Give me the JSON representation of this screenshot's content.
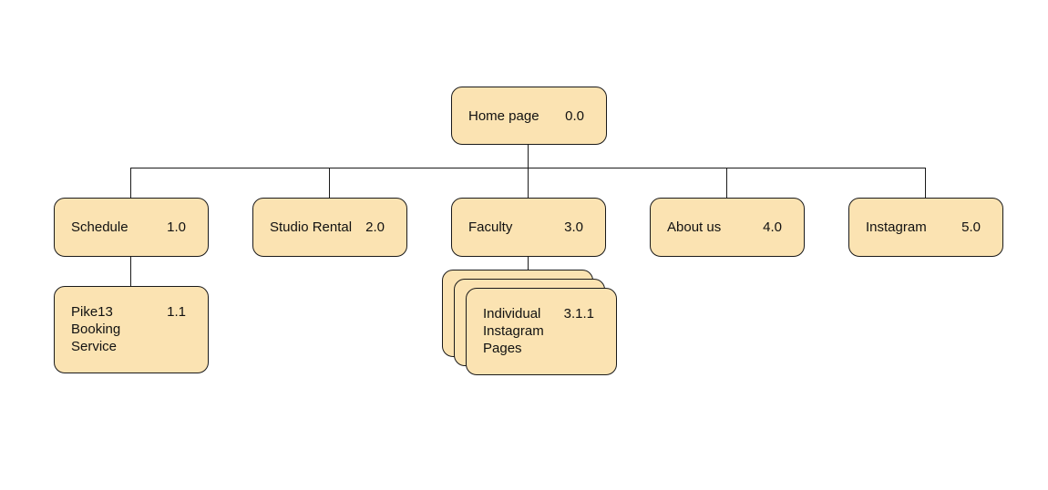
{
  "theme": {
    "bg": "#ffffff",
    "node_fill": "#fbe3b2",
    "node_border": "#1a1a1a",
    "line_color": "#1a1a1a",
    "text_color": "#111111"
  },
  "diagram": {
    "type": "sitemap-tree",
    "nodes": [
      {
        "id": "home",
        "label": "Home page",
        "number": "0.0",
        "parent": null
      },
      {
        "id": "schedule",
        "label": "Schedule",
        "number": "1.0",
        "parent": "home"
      },
      {
        "id": "studio",
        "label": "Studio Rental",
        "number": "2.0",
        "parent": "home"
      },
      {
        "id": "faculty",
        "label": "Faculty",
        "number": "3.0",
        "parent": "home"
      },
      {
        "id": "about",
        "label": "About us",
        "number": "4.0",
        "parent": "home"
      },
      {
        "id": "instagram",
        "label": "Instagram",
        "number": "5.0",
        "parent": "home"
      },
      {
        "id": "pike13",
        "label": "Pike13 Booking Service",
        "number": "1.1",
        "parent": "schedule"
      },
      {
        "id": "indiv_ig",
        "label": "Individual Instagram Pages",
        "number": "3.1.1",
        "parent": "faculty",
        "stacked": true
      }
    ]
  }
}
